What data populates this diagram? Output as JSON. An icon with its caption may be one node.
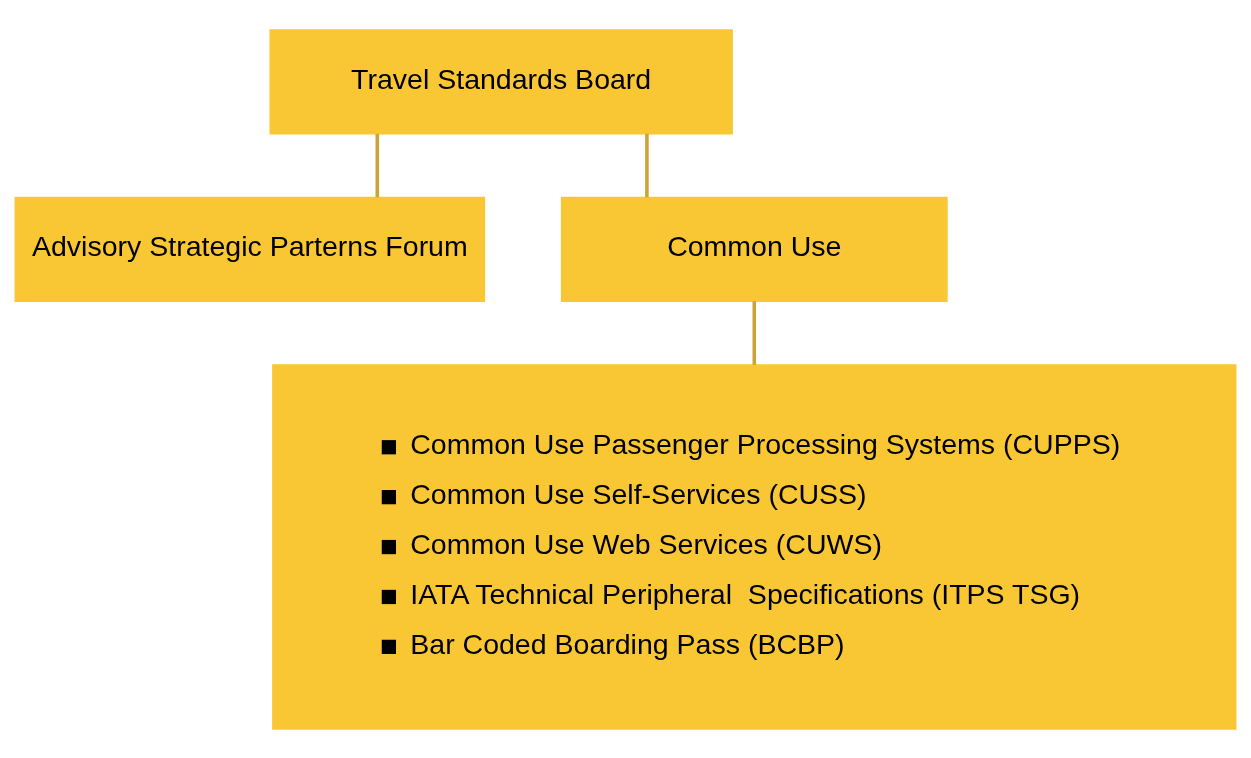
{
  "diagram": {
    "nodes": [
      {
        "text": [
          "Travel Standards Board"
        ]
      },
      {
        "text": [
          "Advisory Strategic Parterns Forum"
        ]
      },
      {
        "text": [
          "Common Use"
        ]
      },
      {
        "text": [
          "Common Use Passenger Processing Systems (CUPPS)",
          "Common Use Self-Services (CUSS)",
          "Common Use Web Services (CUWS)",
          "IATA Technical Peripheral  Specifications (ITPS TSG)",
          "Bar Coded Boarding Pass (BCBP)"
        ]
      }
    ],
    "edges": [
      {
        "from": 0,
        "to": 2,
        "arrow": "none"
      },
      {
        "from": 0,
        "to": 1,
        "arrow": "none"
      },
      {
        "from": 2,
        "to": 3,
        "arrow": "none"
      }
    ]
  }
}
